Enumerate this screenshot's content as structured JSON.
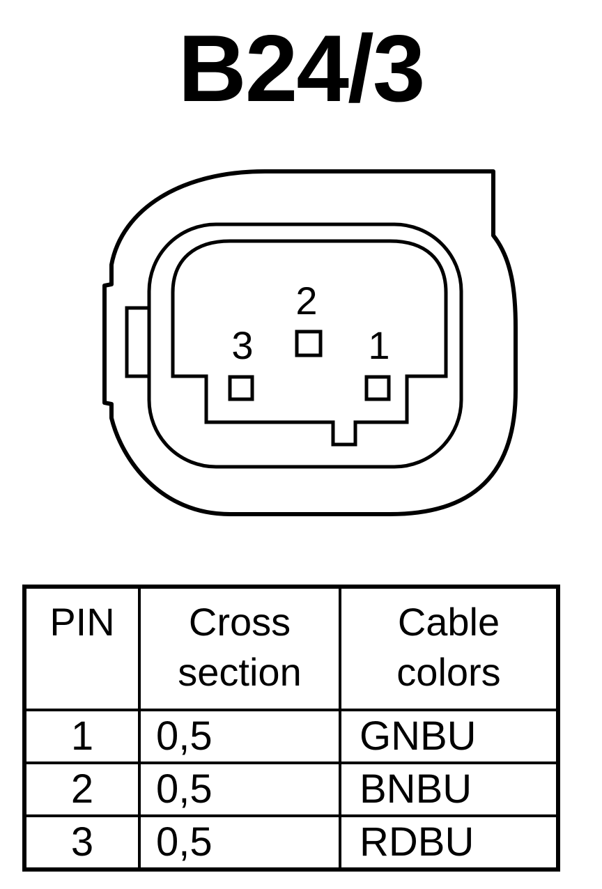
{
  "title": "B24/3",
  "connector": {
    "pin_labels": [
      "1",
      "2",
      "3"
    ]
  },
  "table": {
    "headers": {
      "pin": "PIN",
      "cross_section": [
        "Cross",
        "section"
      ],
      "cable_colors": [
        "Cable",
        "colors"
      ]
    },
    "rows": [
      {
        "pin": "1",
        "cross_section": "0,5",
        "color": "GNBU"
      },
      {
        "pin": "2",
        "cross_section": "0,5",
        "color": "BNBU"
      },
      {
        "pin": "3",
        "cross_section": "0,5",
        "color": "RDBU"
      }
    ]
  }
}
